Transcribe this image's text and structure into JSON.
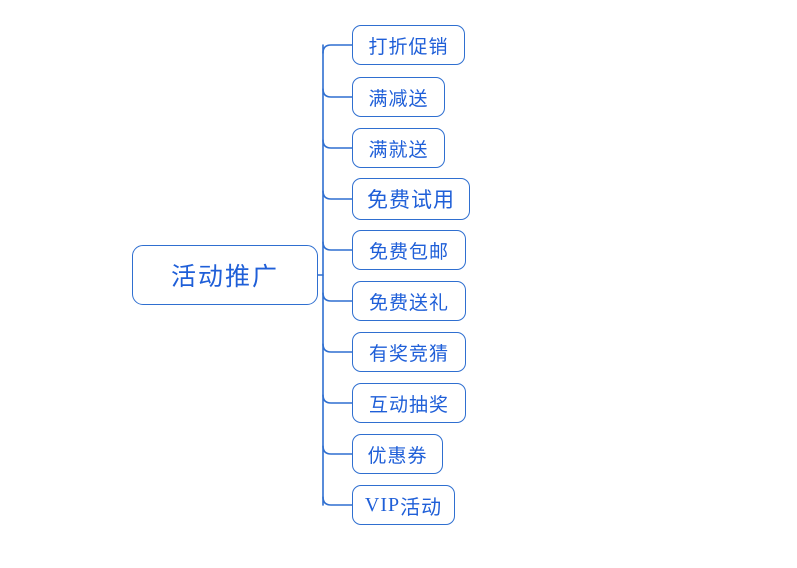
{
  "diagram": {
    "type": "mind-map",
    "orientation": "left-root-right-children",
    "background_color": "#ffffff",
    "node_border_color": "#2f6fd0",
    "node_text_color": "#1f5fd8",
    "connector_color": "#2f6fd0",
    "root": {
      "label": "活动推广"
    },
    "children": [
      {
        "label": "打折促销"
      },
      {
        "label": "满减送"
      },
      {
        "label": "满就送"
      },
      {
        "label": "免费试用"
      },
      {
        "label": "免费包邮"
      },
      {
        "label": "免费送礼"
      },
      {
        "label": "有奖竞猜"
      },
      {
        "label": "互动抽奖"
      },
      {
        "label": "优惠券"
      },
      {
        "label": "VIP活动"
      }
    ]
  }
}
